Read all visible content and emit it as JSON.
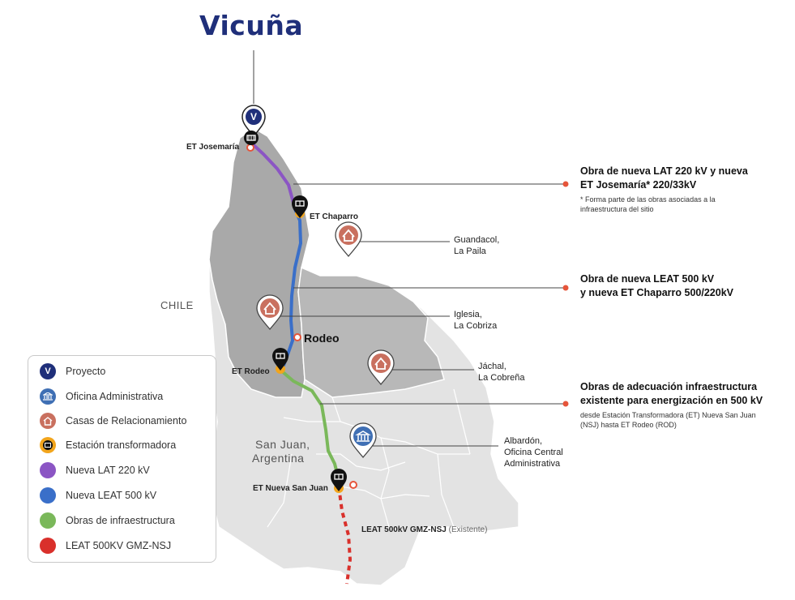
{
  "title": "Vicuña",
  "region_labels": {
    "chile": "CHILE",
    "san_juan_line1": "San Juan,",
    "san_juan_line2": "Argentina"
  },
  "stations": {
    "josemaria": "ET Josemaría",
    "chaparro": "ET Chaparro",
    "rodeo_et": "ET Rodeo",
    "nueva_san_juan": "ET Nueva San Juan"
  },
  "towns": {
    "rodeo": "Rodeo"
  },
  "houses": {
    "guandacol": [
      "Guandacol,",
      "La Paila"
    ],
    "iglesia": [
      "Iglesia,",
      "La Cobriza"
    ],
    "jachal": [
      "Jáchal,",
      "La Cobreña"
    ]
  },
  "office": [
    "Albardón,",
    "Oficina Central",
    "Administrativa"
  ],
  "existing_line": {
    "name": "LEAT 500kV GMZ-NSJ",
    "status": "(Existente)"
  },
  "annotations": [
    {
      "line1": "Obra de nueva LAT 220 kV y nueva",
      "line2": "ET Josemaría* 220/33kV",
      "sub1": "* Forma parte de las obras asociadas a la",
      "sub2": "infraestructura del sitio"
    },
    {
      "line1": "Obra de nueva LEAT 500 kV",
      "line2": "y nueva ET Chaparro 500/220kV"
    },
    {
      "line1": "Obras de adecuación infraestructura",
      "line2": "existente para energización en 500 kV",
      "sub1": "desde Estación Transformadora (ET) Nueva San Juan",
      "sub2": "(NSJ) hasta ET Rodeo (ROD)"
    }
  ],
  "legend": [
    {
      "label": "Proyecto",
      "color": "#1f2f7a",
      "icon": "v-logo-icon"
    },
    {
      "label": "Oficina Administrativa",
      "color": "#3f6fb4",
      "icon": "office-icon"
    },
    {
      "label": "Casas de Relacionamiento",
      "color": "#c9705f",
      "icon": "house-icon"
    },
    {
      "label": "Estación transformadora",
      "color": "#f2a51c",
      "icon": "substation-icon"
    },
    {
      "label": "Nueva LAT 220 kV",
      "color": "#8b55c4",
      "icon": "line-220-icon"
    },
    {
      "label": "Nueva LEAT 500 kV",
      "color": "#3a6fc9",
      "icon": "line-500-icon"
    },
    {
      "label": "Obras de infraestructura",
      "color": "#7ab85a",
      "icon": "infra-icon"
    },
    {
      "label": "LEAT 500KV GMZ-NSJ",
      "color": "#d9302b",
      "icon": "existing-line-icon"
    }
  ],
  "colors": {
    "title": "#1f2f7a",
    "route_220": "#8b55c4",
    "route_500": "#3a6fc9",
    "route_infra": "#7ab85a",
    "route_existing": "#d9302b",
    "marker": "#e6553b"
  }
}
